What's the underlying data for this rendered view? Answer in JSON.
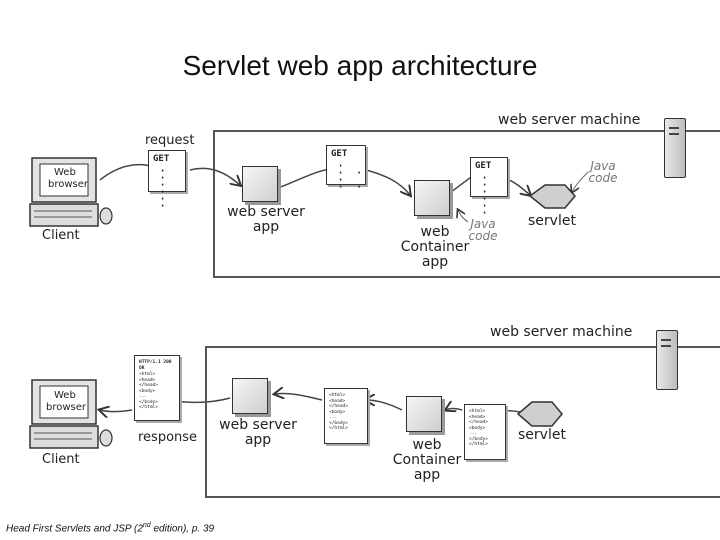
{
  "title": "Servlet web app architecture",
  "top": {
    "server_machine_label": "web server machine",
    "request_label": "request",
    "client_label": "Client",
    "browser_label_line1": "Web",
    "browser_label_line2": "browser",
    "get_1": "GET",
    "get_2": "GET",
    "get_3": "GET",
    "dots": "· · ·\n· · ·",
    "web_server_app_line1": "web server",
    "web_server_app_line2": "app",
    "container_line1": "web",
    "container_line2": "Container",
    "container_line3": "app",
    "servlet_label": "servlet",
    "java_code_1_line1": "Java",
    "java_code_1_line2": "code",
    "java_code_2_line1": "Java",
    "java_code_2_line2": "code"
  },
  "bottom": {
    "server_machine_label": "web server machine",
    "response_label": "response",
    "client_label": "Client",
    "browser_label_line1": "Web",
    "browser_label_line2": "browser",
    "web_server_app_line1": "web server",
    "web_server_app_line2": "app",
    "container_line1": "web",
    "container_line2": "Container",
    "container_line3": "app",
    "servlet_label": "servlet",
    "html_doc_header": "HTTP/1.1 200 OK",
    "html_doc_text": "<html>\n<head>\n</head>\n<body>\n...\n</body>\n</html>"
  },
  "footer": {
    "prefix": "Head First Servlets and JSP (2",
    "superscript": "nd",
    "suffix": " edition), p. 39"
  }
}
